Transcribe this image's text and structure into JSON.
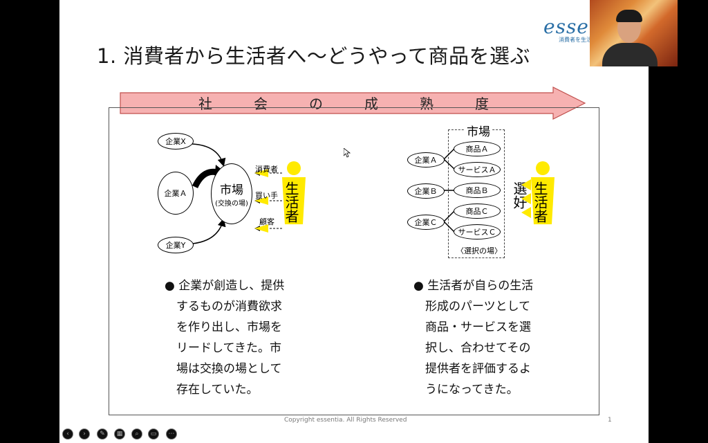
{
  "slide": {
    "title": "1. 消費者から生活者へ～どうやって商品を選ぶ",
    "logo": "esse",
    "logo_sub": "消費者を生活者へ",
    "band_chars": [
      "社",
      "会",
      "の",
      "成",
      "熟",
      "度"
    ],
    "left_diagram": {
      "company_x": "企業X",
      "company_a": "企業Ａ",
      "company_y": "企業Y",
      "market": "市場",
      "market_sub": "(交換の場)",
      "role_consumer": "消費者",
      "role_buyer": "買い手",
      "role_customer": "顧客",
      "person_label": "生活者"
    },
    "right_diagram": {
      "market_title": "市場",
      "company_a": "企業Ａ",
      "company_b": "企業Ｂ",
      "company_c": "企業Ｃ",
      "product_a": "商品Ａ",
      "service_a": "サービスＡ",
      "product_b": "商品Ｂ",
      "product_c": "商品Ｃ",
      "service_c": "サービスＣ",
      "selection_place": "〈選択の場〉",
      "preference": "選好",
      "person_label": "生活者"
    },
    "bullet_left": "● 企業が創造し、提供\n　するものが消費欲求\n　を作り出し、市場を\n　リードしてきた。市\n　場は交換の場として\n　存在していた。",
    "bullet_right": "● 生活者が自らの生活\n　形成のパーツとして\n　商品・サービスを選\n　択し、合わせてその\n　提供者を評価するよ\n　うになってきた。",
    "footer": "Copyright essentia. All Rights Reserved",
    "page_number": "1"
  },
  "colors": {
    "band": "#f4a7a7",
    "band_border": "#c0504d",
    "person": "#ffea00",
    "logo": "#2a6fa6"
  },
  "controls": [
    "prev-icon",
    "next-icon",
    "pen-icon",
    "slides-icon",
    "zoom-icon",
    "camera-icon",
    "more-icon"
  ]
}
